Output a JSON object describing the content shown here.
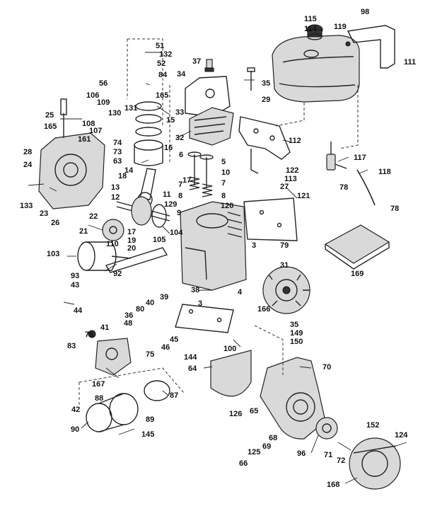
{
  "labels": {
    "l115": "115",
    "l114": "114",
    "l119": "119",
    "l98": "98",
    "l111": "111",
    "l51": "51",
    "l132": "132",
    "l52": "52",
    "l84": "84",
    "l165a": "165",
    "l37": "37",
    "l34": "34",
    "l35a": "35",
    "l29": "29",
    "l56": "56",
    "l106": "106",
    "l109": "109",
    "l131": "131",
    "l130": "130",
    "l15": "15",
    "l108": "108",
    "l107": "107",
    "l33": "33",
    "l25": "25",
    "l165b": "165",
    "l161": "161",
    "l74": "74",
    "l73": "73",
    "l63": "63",
    "l32": "32",
    "l112": "112",
    "l28": "28",
    "l24": "24",
    "l14": "14",
    "l16": "16",
    "l6": "6",
    "l5": "5",
    "l117": "117",
    "l122": "122",
    "l113": "113",
    "l10": "10",
    "l7a": "7",
    "l27": "27",
    "l118": "118",
    "l78a": "78",
    "l18": "18",
    "l17a": "17",
    "l133": "133",
    "l23": "23",
    "l13": "13",
    "l7b": "7",
    "l11": "11",
    "l8a": "8",
    "l8b": "8",
    "l12": "12",
    "l121": "121",
    "l129": "129",
    "l120": "120",
    "l78b": "78",
    "l9": "9",
    "l22": "22",
    "l26": "26",
    "l21": "21",
    "l17b": "17",
    "l19": "19",
    "l105": "105",
    "l104": "104",
    "l110": "110",
    "l20": "20",
    "l3a": "3",
    "l79": "79",
    "l103": "103",
    "l31": "31",
    "l169": "169",
    "l93": "93",
    "l92": "92",
    "l43": "43",
    "l39": "39",
    "l38a": "38",
    "l40": "40",
    "l4": "4",
    "l3b": "3",
    "l166": "166",
    "l44": "44",
    "l36": "36",
    "l41": "41",
    "l80": "80",
    "l35b": "35",
    "l149": "149",
    "l150": "150",
    "l76": "76",
    "l48": "48",
    "l45": "45",
    "l46": "46",
    "l83": "83",
    "l75": "75",
    "l144": "144",
    "l100": "100",
    "l70": "70",
    "l64": "64",
    "l167": "167",
    "l88": "88",
    "l87": "87",
    "l65": "65",
    "l42": "42",
    "l89": "89",
    "l90": "90",
    "l145": "145",
    "l126": "126",
    "l152": "152",
    "l124": "124",
    "l68": "68",
    "l69": "69",
    "l125": "125",
    "l96": "96",
    "l71": "71",
    "l72": "72",
    "l66": "66",
    "l168": "168"
  }
}
